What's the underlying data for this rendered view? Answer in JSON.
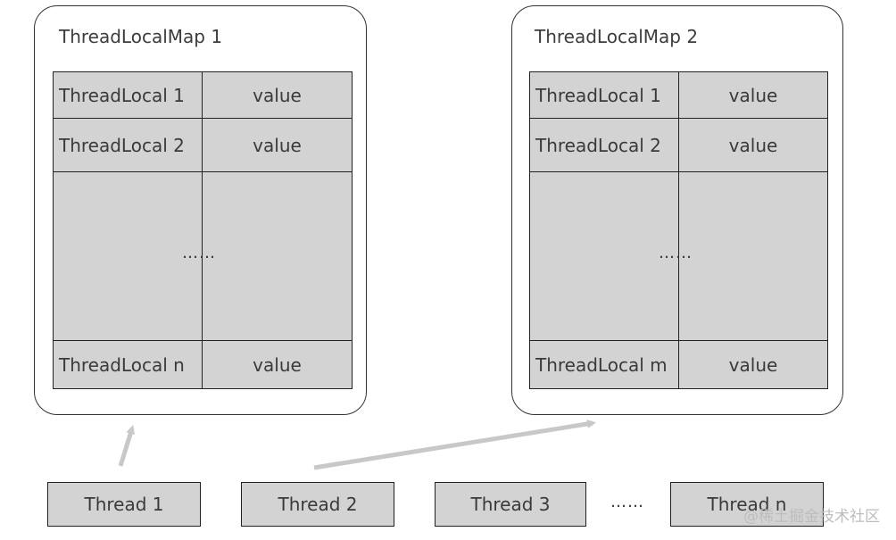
{
  "maps": [
    {
      "title": "ThreadLocalMap 1",
      "rows": [
        {
          "key": "ThreadLocal 1",
          "value": "value"
        },
        {
          "key": "ThreadLocal 2",
          "value": "value"
        },
        {
          "key": "ThreadLocal n",
          "value": "value"
        }
      ],
      "ellipsis": "……"
    },
    {
      "title": "ThreadLocalMap 2",
      "rows": [
        {
          "key": "ThreadLocal 1",
          "value": "value"
        },
        {
          "key": "ThreadLocal 2",
          "value": "value"
        },
        {
          "key": "ThreadLocal m",
          "value": "value"
        }
      ],
      "ellipsis": "……"
    }
  ],
  "threads": [
    "Thread 1",
    "Thread 2",
    "Thread 3",
    "Thread n"
  ],
  "threads_ellipsis": "……",
  "watermark": "@稀土掘金技术社区",
  "colors": {
    "cell_fill": "#d3d3d3",
    "arrow": "#c8c8c8",
    "border": "#333333"
  }
}
